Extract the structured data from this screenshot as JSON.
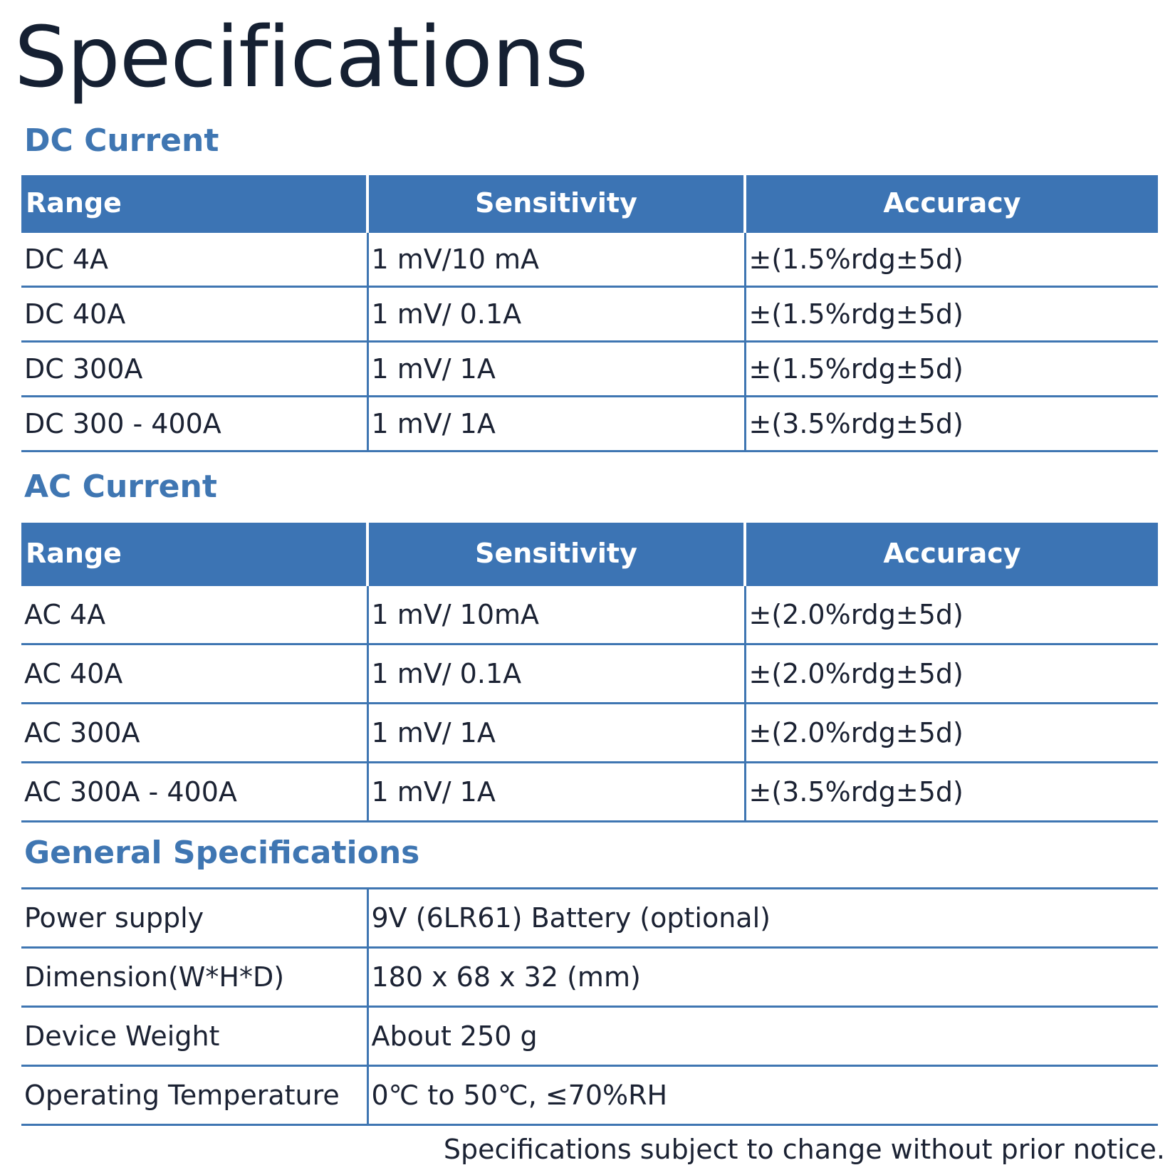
{
  "title": "Specifications",
  "dc_current": {
    "heading": "DC Current",
    "headers": [
      "Range",
      "Sensitivity",
      "Accuracy"
    ],
    "rows": [
      [
        "DC 4A",
        "1 mV/10 mA",
        "±(1.5%rdg±5d)"
      ],
      [
        "DC 40A",
        "1 mV/ 0.1A",
        "±(1.5%rdg±5d)"
      ],
      [
        "DC 300A",
        "1 mV/ 1A",
        "±(1.5%rdg±5d)"
      ],
      [
        "DC 300 - 400A",
        "1 mV/ 1A",
        "±(3.5%rdg±5d)"
      ]
    ]
  },
  "ac_current": {
    "heading": "AC Current",
    "headers": [
      "Range",
      "Sensitivity",
      "Accuracy"
    ],
    "rows": [
      [
        "AC 4A",
        "1 mV/ 10mA",
        "±(2.0%rdg±5d)"
      ],
      [
        "AC 40A",
        "1 mV/ 0.1A",
        "±(2.0%rdg±5d)"
      ],
      [
        "AC 300A",
        "1 mV/ 1A",
        "±(2.0%rdg±5d)"
      ],
      [
        "AC 300A - 400A",
        "1 mV/ 1A",
        "±(3.5%rdg±5d)"
      ]
    ]
  },
  "general": {
    "heading": "General Specifications",
    "rows": [
      [
        "Power supply",
        "9V (6LR61) Battery (optional)"
      ],
      [
        "Dimension(W*H*D)",
        "180 x 68 x 32 (mm)"
      ],
      [
        "Device Weight",
        "About 250 g"
      ],
      [
        "Operating Temperature",
        "0℃  to 50℃,  ≤70%RH"
      ]
    ]
  },
  "footnote": "Specifications subject to change without prior notice.",
  "colors": {
    "accent": "#3c74b4",
    "heading": "#3f76b2",
    "text": "#1b2233"
  }
}
